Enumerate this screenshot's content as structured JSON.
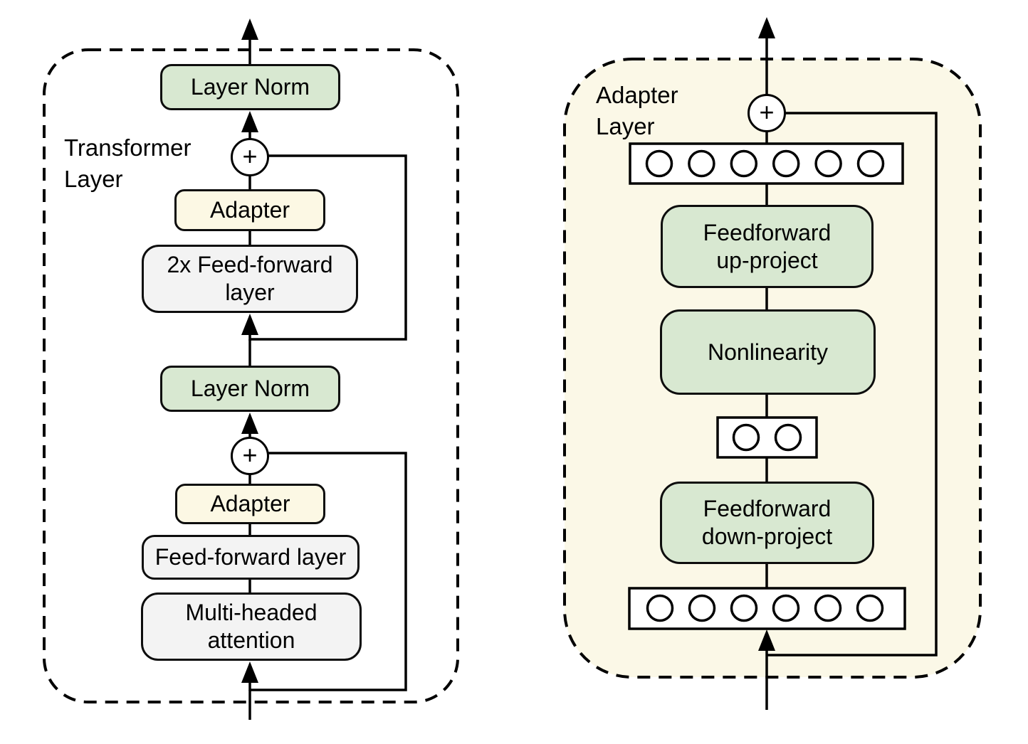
{
  "figure": {
    "left_panel": {
      "title_line1": "Transformer",
      "title_line2": "Layer",
      "plus_symbol": "+",
      "boxes": {
        "layer_norm_top": "Layer Norm",
        "adapter_top": "Adapter",
        "feed_forward_2x": "2x Feed-forward layer",
        "layer_norm_mid": "Layer Norm",
        "adapter_bottom": "Adapter",
        "feed_forward": "Feed-forward layer",
        "multi_head_attention": "Multi-headed attention"
      }
    },
    "right_panel": {
      "title_line1": "Adapter",
      "title_line2": "Layer",
      "plus_symbol": "+",
      "boxes": {
        "feedforward_up": "Feedforward up-project",
        "nonlinearity": "Nonlinearity",
        "feedforward_down": "Feedforward down-project"
      }
    },
    "colors": {
      "green_fill": "#d8e8d1",
      "yellow_fill": "#fcf8e4",
      "gray_fill": "#f3f3f3",
      "ivory_fill": "#fbf8e7",
      "line": "#000000"
    }
  }
}
